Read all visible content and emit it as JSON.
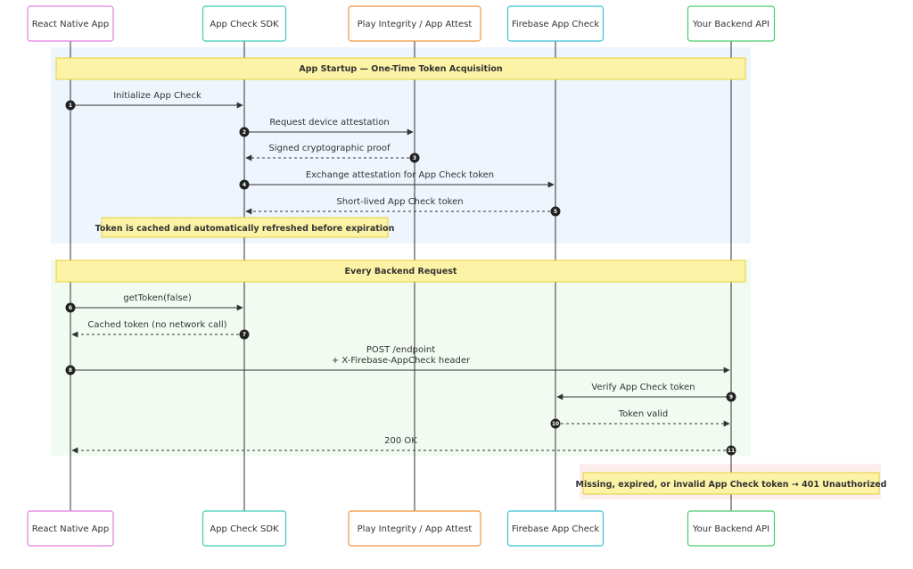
{
  "participants": [
    {
      "label": "React Native App",
      "color": "#e07ee0"
    },
    {
      "label": "App Check SDK",
      "color": "#3fc9b8"
    },
    {
      "label": "Play Integrity / App Attest",
      "color": "#f0943c"
    },
    {
      "label": "Firebase App Check",
      "color": "#39bfd2"
    },
    {
      "label": "Your Backend API",
      "color": "#4cc96c"
    }
  ],
  "sections": [
    {
      "title": "App Startup — One-Time Token Acquisition",
      "bg": "#eef5fd"
    },
    {
      "title": "Every Backend Request",
      "bg": "#f2fbf1"
    }
  ],
  "messages": [
    {
      "num": "1",
      "from": 0,
      "to": 1,
      "lines": [
        "Initialize App Check"
      ],
      "dashed": false
    },
    {
      "num": "2",
      "from": 1,
      "to": 2,
      "lines": [
        "Request device attestation"
      ],
      "dashed": false
    },
    {
      "num": "3",
      "from": 2,
      "to": 1,
      "lines": [
        "Signed cryptographic proof"
      ],
      "dashed": true
    },
    {
      "num": "4",
      "from": 1,
      "to": 3,
      "lines": [
        "Exchange attestation for App Check token"
      ],
      "dashed": false
    },
    {
      "num": "5",
      "from": 3,
      "to": 1,
      "lines": [
        "Short-lived App Check token"
      ],
      "dashed": true
    },
    {
      "num": "6",
      "from": 0,
      "to": 1,
      "lines": [
        "getToken(false)"
      ],
      "dashed": false
    },
    {
      "num": "7",
      "from": 1,
      "to": 0,
      "lines": [
        "Cached token (no network call)"
      ],
      "dashed": true
    },
    {
      "num": "8",
      "from": 0,
      "to": 4,
      "lines": [
        "POST /endpoint",
        "+ X-Firebase-AppCheck header"
      ],
      "dashed": false
    },
    {
      "num": "9",
      "from": 4,
      "to": 3,
      "lines": [
        "Verify App Check token"
      ],
      "dashed": false
    },
    {
      "num": "10",
      "from": 3,
      "to": 4,
      "lines": [
        "Token valid"
      ],
      "dashed": true
    },
    {
      "num": "11",
      "from": 4,
      "to": 0,
      "lines": [
        "200 OK"
      ],
      "dashed": true
    }
  ],
  "notes": [
    {
      "text": "Token is cached and automatically refreshed before expiration"
    },
    {
      "text": "Missing, expired, or invalid App Check token → 401 Unauthorized"
    }
  ],
  "colors": {
    "note_fill": "#fdf3a6",
    "note_stroke": "#e8cf3a",
    "lifeline": "#333333",
    "arrow": "#333333",
    "num_fill": "#222222",
    "note2_bg": "#fdeeee"
  }
}
